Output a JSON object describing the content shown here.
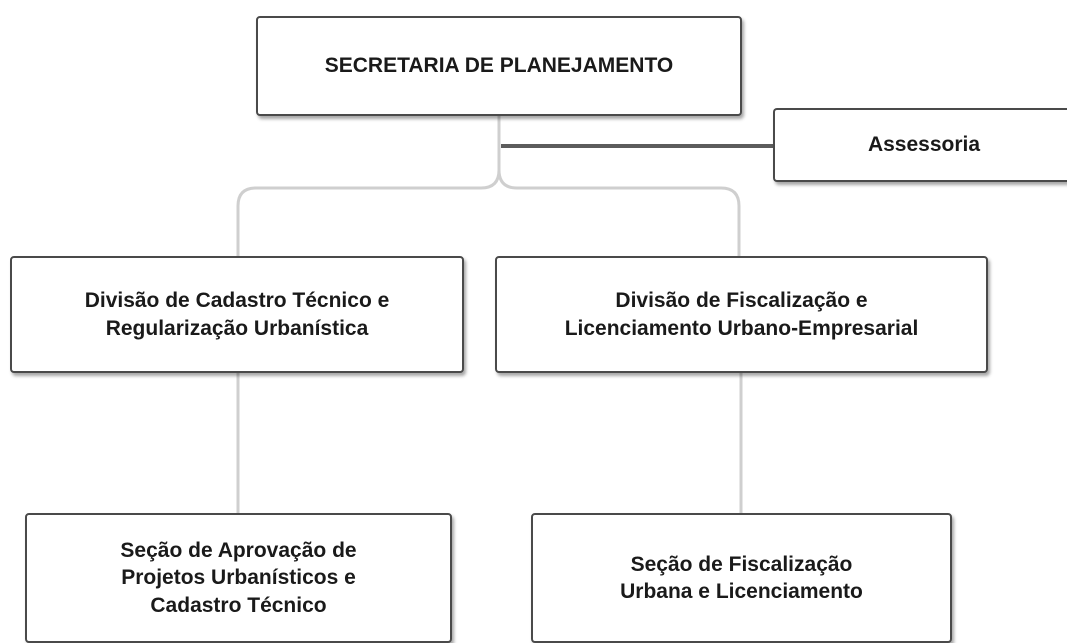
{
  "nodes": {
    "secretaria": "SECRETARIA DE PLANEJAMENTO",
    "assessoria": "Assessoria",
    "divisao_cadastro": "Divisão de Cadastro Técnico e\nRegularização Urbanística",
    "divisao_fiscalizacao": "Divisão de Fiscalização e\nLicenciamento Urbano-Empresarial",
    "secao_aprovacao": "Seção de Aprovação de\nProjetos Urbanísticos e\nCadastro Técnico",
    "secao_fiscalizacao": "Seção de Fiscalização\nUrbana e Licenciamento"
  },
  "colors": {
    "connector_light": "#cfcfcf",
    "connector_dark": "#5c5c5c",
    "border": "#4a4a4a"
  }
}
